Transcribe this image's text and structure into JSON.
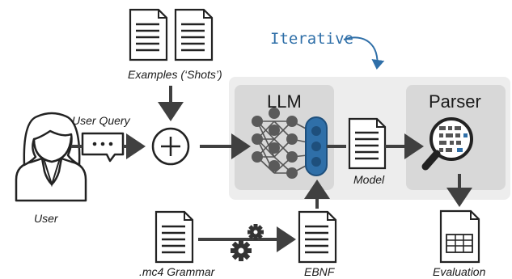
{
  "labels": {
    "examples": "Examples (‘Shots’)",
    "user_query": "User Query",
    "user": "User",
    "llm": "LLM",
    "parser": "Parser",
    "model": "Model",
    "evaluation": "Evaluation",
    "grammar": ".mc4 Grammar",
    "ebnf": "EBNF",
    "iterative": "Iterative"
  },
  "icons": {
    "user": "user-icon",
    "examples": "document-icon",
    "chat": "chat-bubble-icon",
    "combine": "plus-circle-icon",
    "llm": "neural-network-icon",
    "model": "document-icon",
    "parser": "magnifier-icon",
    "evaluation": "spreadsheet-document-icon",
    "grammar": "document-icon",
    "transform": "gears-icon",
    "ebnf": "document-icon"
  },
  "colors": {
    "accent": "#2f6fa8",
    "arrow": "#404040",
    "panel": "#ededed",
    "box": "#d8d8d8"
  }
}
